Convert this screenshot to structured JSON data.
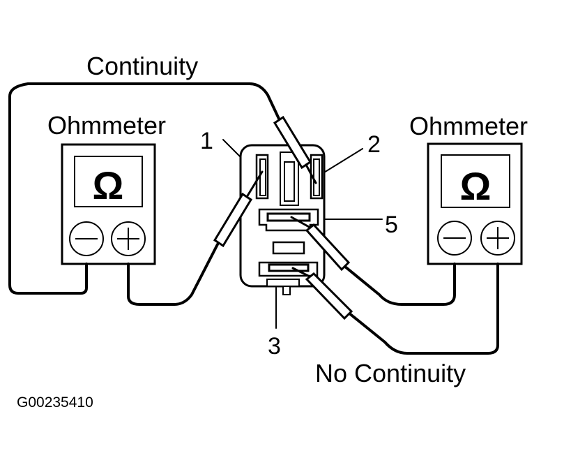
{
  "labels": {
    "continuity": "Continuity",
    "no_continuity": "No Continuity",
    "ohmmeter_left": "Ohmmeter",
    "ohmmeter_right": "Ohmmeter",
    "figure_id": "G00235410"
  },
  "meters": [
    {
      "symbol": "Ω",
      "negative": "−",
      "positive": "+"
    },
    {
      "symbol": "Ω",
      "negative": "−",
      "positive": "+"
    }
  ],
  "terminals": [
    "1",
    "2",
    "5",
    "3"
  ],
  "colors": {
    "ink": "#000000",
    "background": "#ffffff"
  }
}
